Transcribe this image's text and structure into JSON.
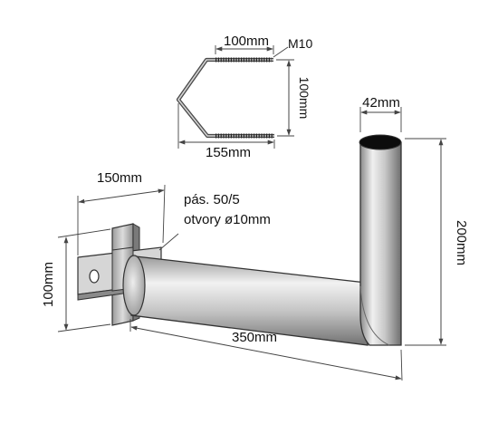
{
  "dimensions": {
    "bolt_width": "100mm",
    "bolt_thread": "M10",
    "bolt_height": "100mm",
    "bolt_overall": "155mm",
    "pipe_diameter": "42mm",
    "pipe_height": "200mm",
    "plate_offset": "150mm",
    "plate_height": "100mm",
    "arm_length": "350mm"
  },
  "plate_note": {
    "line1": "pás. 50/5",
    "line2": "otvory ø10mm"
  },
  "colors": {
    "background": "#ffffff",
    "metal_light": "#f2f2f2",
    "metal_mid": "#c4c4c4",
    "metal_dark": "#7c7c7c",
    "outline": "#333333",
    "dimension_line": "#444444"
  }
}
